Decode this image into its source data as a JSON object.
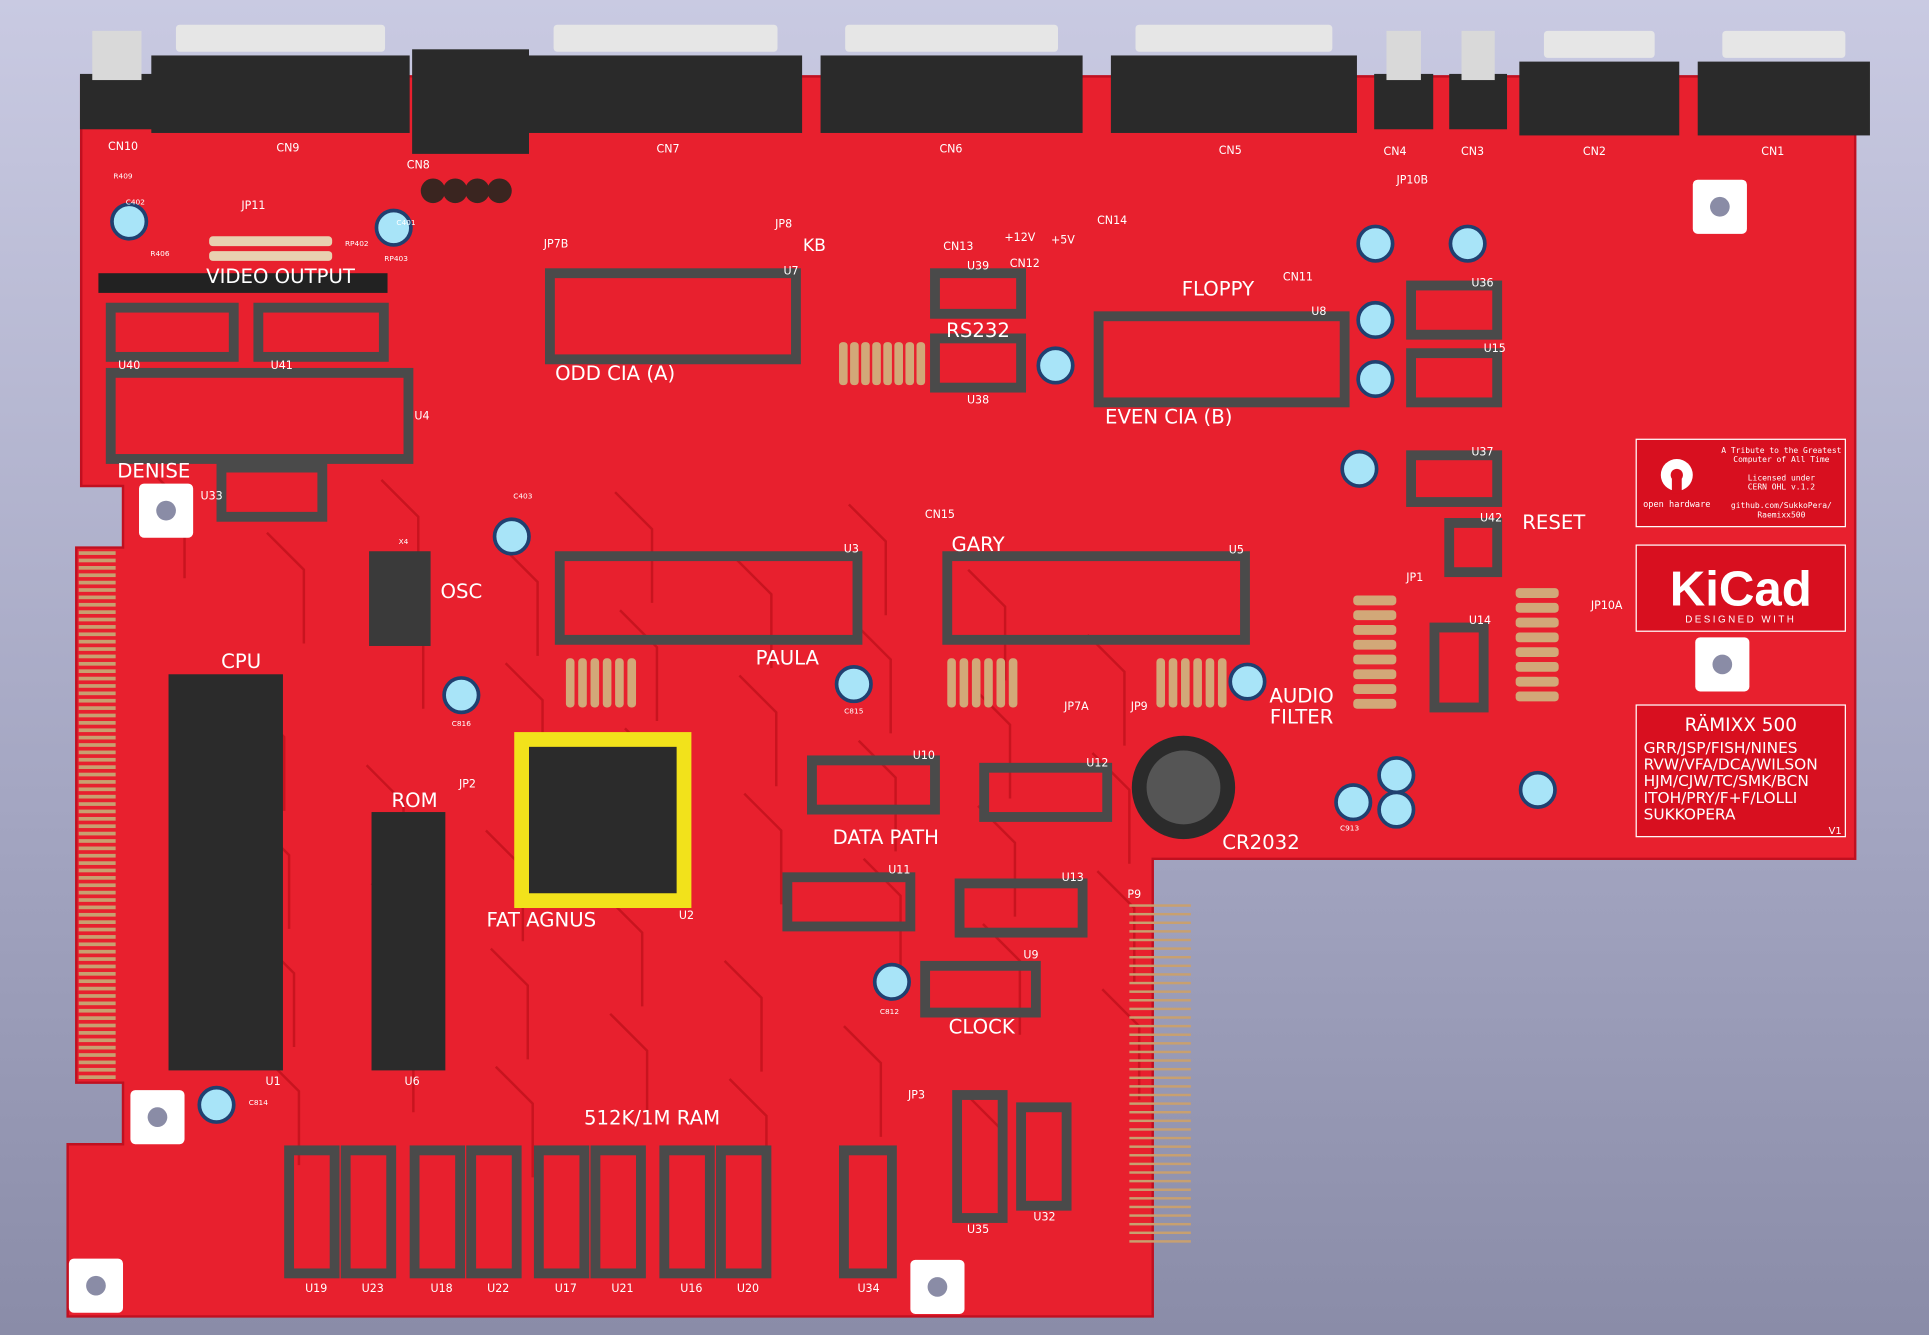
{
  "board": {
    "colors": {
      "pcb": "#e8202e",
      "silk": "#ffffff",
      "socket": "#4a4a4a",
      "component": "#2b2b2b",
      "agnus_frame": "#f2e21b",
      "background": "#b8b9d4"
    },
    "silkscreen_labels": [
      "CN10",
      "CN9",
      "CN8",
      "CN7",
      "CN6",
      "CN5",
      "CN4",
      "CN3",
      "CN2",
      "CN1",
      "KB",
      "CN13",
      "+12V",
      "+5V",
      "CN14",
      "CN12",
      "U39",
      "CN11",
      "FLOPPY",
      "U8",
      "RS232",
      "ODD CIA (A)",
      "U7",
      "U38",
      "EVEN CIA (B)",
      "VIDEO OUTPUT",
      "DENISE",
      "U40",
      "U41",
      "U4",
      "U33",
      "OSC",
      "CN15",
      "GARY",
      "U3",
      "U5",
      "PAULA",
      "CPU",
      "ROM",
      "JP2",
      "FAT AGNUS",
      "U2",
      "U10",
      "U12",
      "DATA PATH",
      "U11",
      "U13",
      "CR2032",
      "AUDIO",
      "FILTER",
      "RESET",
      "JP1",
      "U14",
      "U15",
      "U36",
      "U37",
      "U42",
      "JP10A",
      "JP10B",
      "CLOCK",
      "U9",
      "512K/1M RAM",
      "U1",
      "U6",
      "U19",
      "U23",
      "U18",
      "U22",
      "U17",
      "U21",
      "U16",
      "U20",
      "U34",
      "U35",
      "U32",
      "JP3",
      "P9",
      "JP7A",
      "JP9",
      "JP8",
      "JP7B",
      "JP11",
      "R409",
      "R406",
      "RP402",
      "RP403",
      "C401",
      "C402",
      "C403",
      "C815",
      "C816",
      "C812",
      "C814",
      "C913",
      "X4",
      "V1"
    ],
    "tribute": {
      "logo_text": "open hardware",
      "lines": [
        "A Tribute to the Greatest",
        "Computer of All Time",
        "",
        "Licensed under",
        "CERN OHL v.1.2",
        "",
        "github.com/SukkoPera/",
        "Raemixx500"
      ]
    },
    "kicad": {
      "logo": "KiCad",
      "tagline": "DESIGNED WITH"
    },
    "credits": {
      "title": "RÄMIXX 500",
      "lines": [
        "GRR/JSP/FISH/NINES",
        "RVW/VFA/DCA/WILSON",
        "HJM/CJW/TC/SMK/BCN",
        "ITOH/PRY/F+F/LOLLI",
        "SUKKOPERA"
      ],
      "version": "V1"
    }
  }
}
